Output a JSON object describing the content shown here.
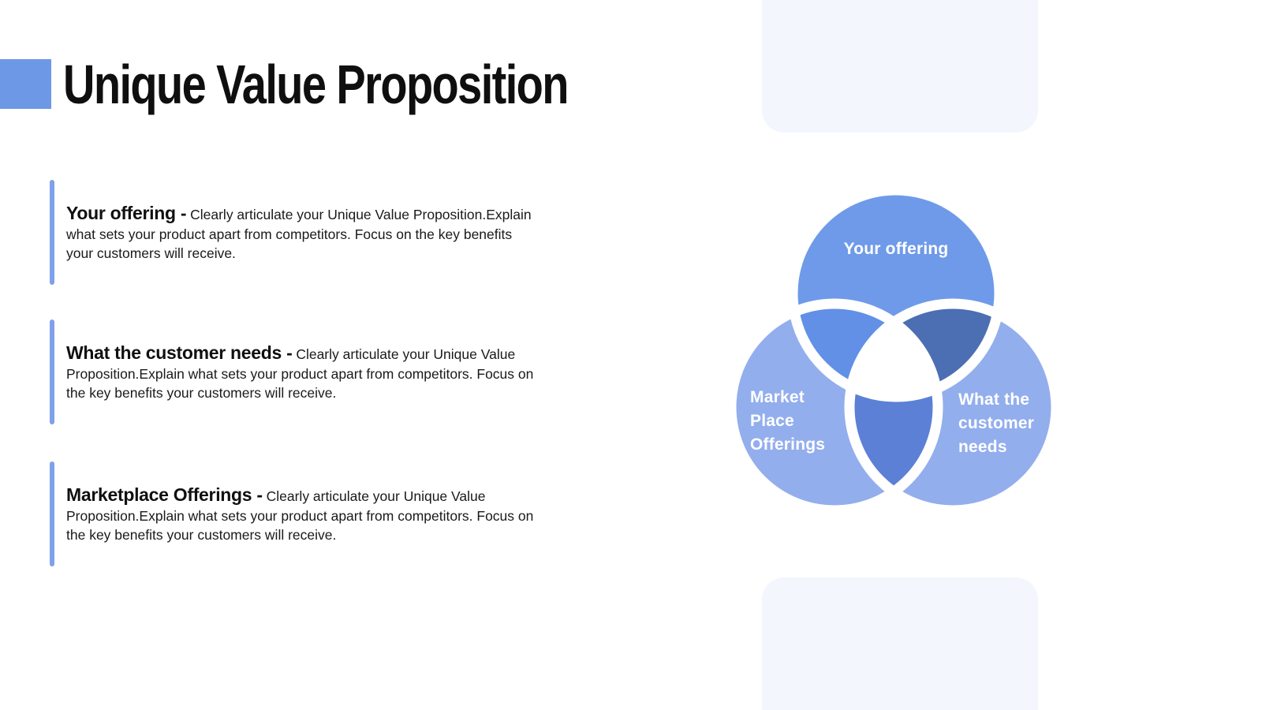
{
  "title": "Unique Value Proposition",
  "blocks": [
    {
      "heading": "Your offering -",
      "body": "Clearly articulate your Unique Value Proposition.Explain what sets your product apart from competitors. Focus on the key benefits your customers will receive."
    },
    {
      "heading": "What the customer needs -",
      "body": "Clearly articulate your Unique Value Proposition.Explain what sets your product apart from competitors. Focus on the key benefits your customers will receive."
    },
    {
      "heading": "Marketplace Offerings -",
      "body": "Clearly articulate your Unique Value Proposition.Explain what sets your product apart from competitors. Focus on the key benefits your customers will receive."
    }
  ],
  "venn": {
    "top_label": "Your offering",
    "bottom_left_label": [
      "Market",
      "Place",
      "Offerings"
    ],
    "bottom_right_label": [
      "What the",
      "customer",
      "needs"
    ]
  },
  "colors": {
    "accent_square": "#6d98e6",
    "accent_bar": "#7fa0eb",
    "deco_rect": "#f3f6fd",
    "circle_top": "#6f9ae9",
    "circle_bottom_left": "#93aeed",
    "circle_bottom_right": "#93aeed",
    "overlap_top_left": "#6190e6",
    "overlap_top_right": "#4c6eb2",
    "overlap_bottom": "#5b80d5",
    "overlap_center": "#ffffff",
    "venn_label_color": "#ffffff"
  }
}
